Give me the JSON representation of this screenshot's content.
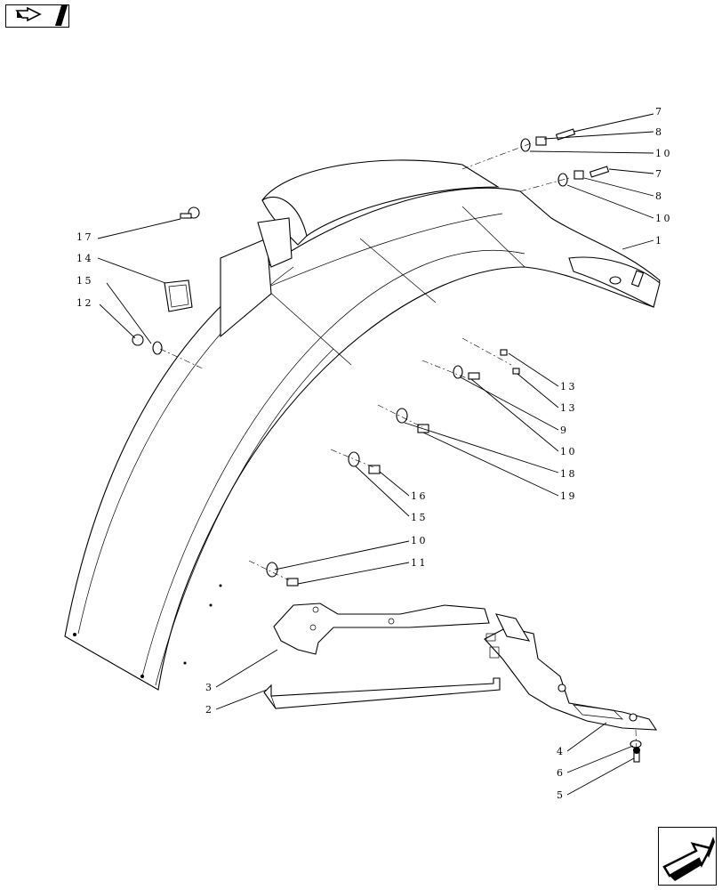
{
  "navigation": {
    "previous_icon": "arrow-return-icon",
    "next_icon": "arrow-forward-icon"
  },
  "callouts": [
    {
      "id": "c7a",
      "text": "7"
    },
    {
      "id": "c8a",
      "text": "8"
    },
    {
      "id": "c10a",
      "text": "10"
    },
    {
      "id": "c7b",
      "text": "7"
    },
    {
      "id": "c8b",
      "text": "8"
    },
    {
      "id": "c10b",
      "text": "10"
    },
    {
      "id": "c1",
      "text": "1"
    },
    {
      "id": "c17",
      "text": "17"
    },
    {
      "id": "c14",
      "text": "14"
    },
    {
      "id": "c15a",
      "text": "15"
    },
    {
      "id": "c12",
      "text": "12"
    },
    {
      "id": "c13a",
      "text": "13"
    },
    {
      "id": "c13b",
      "text": "13"
    },
    {
      "id": "c9",
      "text": "9"
    },
    {
      "id": "c10c",
      "text": "10"
    },
    {
      "id": "c18",
      "text": "18"
    },
    {
      "id": "c19",
      "text": "19"
    },
    {
      "id": "c16",
      "text": "16"
    },
    {
      "id": "c15b",
      "text": "15"
    },
    {
      "id": "c10d",
      "text": "10"
    },
    {
      "id": "c11",
      "text": "11"
    },
    {
      "id": "c3",
      "text": "3"
    },
    {
      "id": "c2",
      "text": "2"
    },
    {
      "id": "c4",
      "text": "4"
    },
    {
      "id": "c6",
      "text": "6"
    },
    {
      "id": "c5",
      "text": "5"
    }
  ]
}
